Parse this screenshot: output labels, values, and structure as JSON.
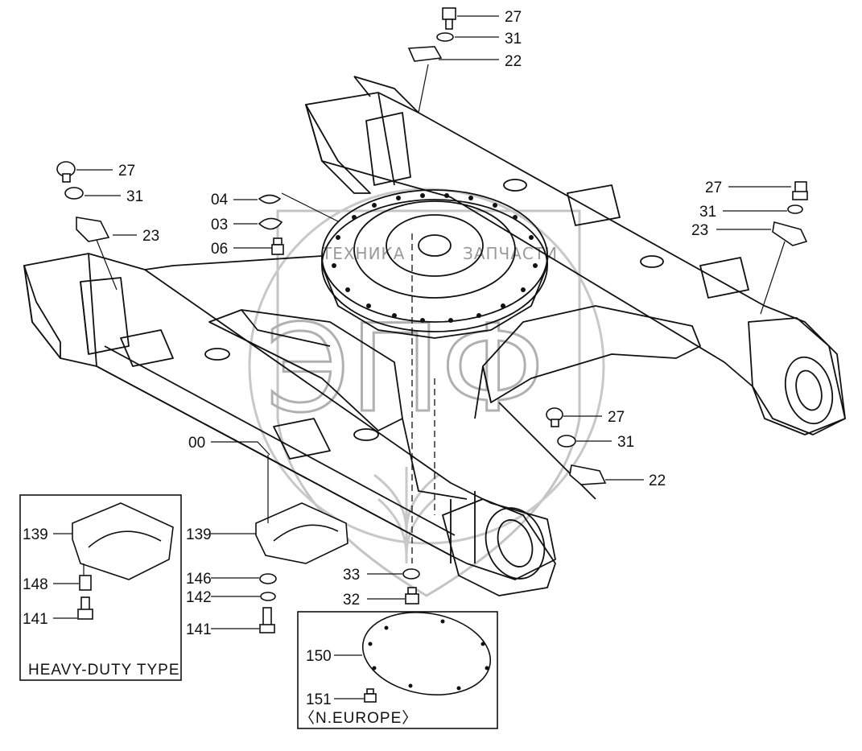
{
  "callouts": {
    "c27_top": "27",
    "c31_top": "31",
    "c22_top": "22",
    "c27_left": "27",
    "c31_left": "31",
    "c23_left": "23",
    "c04": "04",
    "c03": "03",
    "c06": "06",
    "c27_right": "27",
    "c31_right": "31",
    "c23_right": "23",
    "c27_mid": "27",
    "c31_mid": "31",
    "c22_mid": "22",
    "c00": "00",
    "c139_hd": "139",
    "c148": "148",
    "c141_hd": "141",
    "c139": "139",
    "c146": "146",
    "c142": "142",
    "c141": "141",
    "c33": "33",
    "c32": "32",
    "c150": "150",
    "c151": "151"
  },
  "boxes": {
    "heavy_duty": "HEAVY-DUTY TYPE",
    "n_europe": "〈N.EUROPE〉"
  },
  "watermark": {
    "left_word": "ТЕХНИКА",
    "right_word": "ЗАПЧАСТИ",
    "logo": "ЭПФ"
  }
}
